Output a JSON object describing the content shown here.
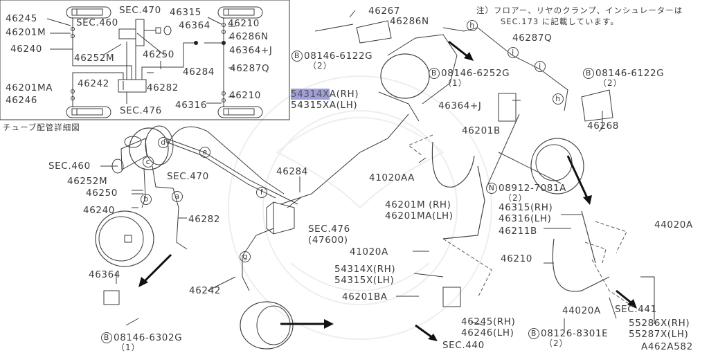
{
  "diagram": {
    "id": "A462A582",
    "note_line1": "注）フロアー、リヤのクランプ、インシュレーターは",
    "note_line2": "SEC.173 に記載しています。",
    "inset_caption": "チューブ配管詳細図",
    "inset": {
      "labels": {
        "l46245": "46245",
        "l46201M": "46201M",
        "l46240": "46240",
        "l46252M": "46252M",
        "sec460": "SEC.460",
        "sec470": "SEC.470",
        "l46250": "46250",
        "l46315": "46315",
        "l46210a": "46210",
        "l46364": "46364",
        "l46286N": "46286N",
        "l46364J": "46364+J",
        "l46284": "46284",
        "l46287Q": "46287Q",
        "l46201MA": "46201MA",
        "l46242": "46242",
        "l46282": "46282",
        "l46246": "46246",
        "sec476": "SEC.476",
        "l46210b": "46210",
        "l46316": "46316"
      }
    },
    "main": {
      "labels": {
        "l46267": "46267",
        "l46286N": "46286N",
        "bolt_6122G_a": "08146-6122G",
        "bolt_6122G_a_qty": "（2）",
        "caliper_rh_part": "54314X",
        "caliper_rh_suffix": "A(RH)",
        "caliper_lh": "54315XA(LH)",
        "bolt_6252G": "08146-6252G",
        "bolt_6252G_qty": "（1）",
        "l46364J": "46364+J",
        "l46287Q": "46287Q",
        "bolt_6122G_b": "08146-6122G",
        "bolt_6122G_b_qty": "（2）",
        "l46268": "46268",
        "l46201B": "46201B",
        "sec460": "SEC.460",
        "l46252M": "46252M",
        "l46250": "46250",
        "sec470": "SEC.470",
        "l46284": "46284",
        "l41020AA": "41020AA",
        "nut_7081A": "08912-7081A",
        "nut_7081A_qty": "（2）",
        "l46240": "46240",
        "l46282": "46282",
        "hose_rh": "46201M  (RH)",
        "hose_lh": "46201MA(LH)",
        "l46315_rh": "46315(RH)",
        "l46316_lh": "46316(LH)",
        "l44020A_a": "44020A",
        "l46211B": "46211B",
        "sec476": "SEC.476",
        "sec476_code": "(47600)",
        "l41020A": "41020A",
        "l46364": "46364",
        "bracket_rh": "54314X(RH)",
        "bracket_lh": "54315X(LH)",
        "l46210": "46210",
        "l46242": "46242",
        "l46201BA": "46201BA",
        "sec441": "SEC.441",
        "l44020A_b": "44020A",
        "l46245_rh": "46245(RH)",
        "l46246_lh": "46246(LH)",
        "bracket2_rh": "55286X(RH)",
        "bracket2_lh": "55287X(LH)",
        "bolt_8301E": "08126-8301E",
        "bolt_8301E_qty": "（2）",
        "bolt_6302G": "08146-6302G",
        "bolt_6302G_qty": "（1）",
        "sec440": "SEC.440"
      },
      "callouts": [
        "a",
        "b",
        "c",
        "d",
        "e",
        "f",
        "g",
        "h",
        "i"
      ],
      "symbol_bolt": "B",
      "symbol_nut": "N"
    },
    "colors": {
      "line": "#3a3a3a",
      "highlight": "#8f8fd8",
      "background": "#ffffff"
    }
  }
}
